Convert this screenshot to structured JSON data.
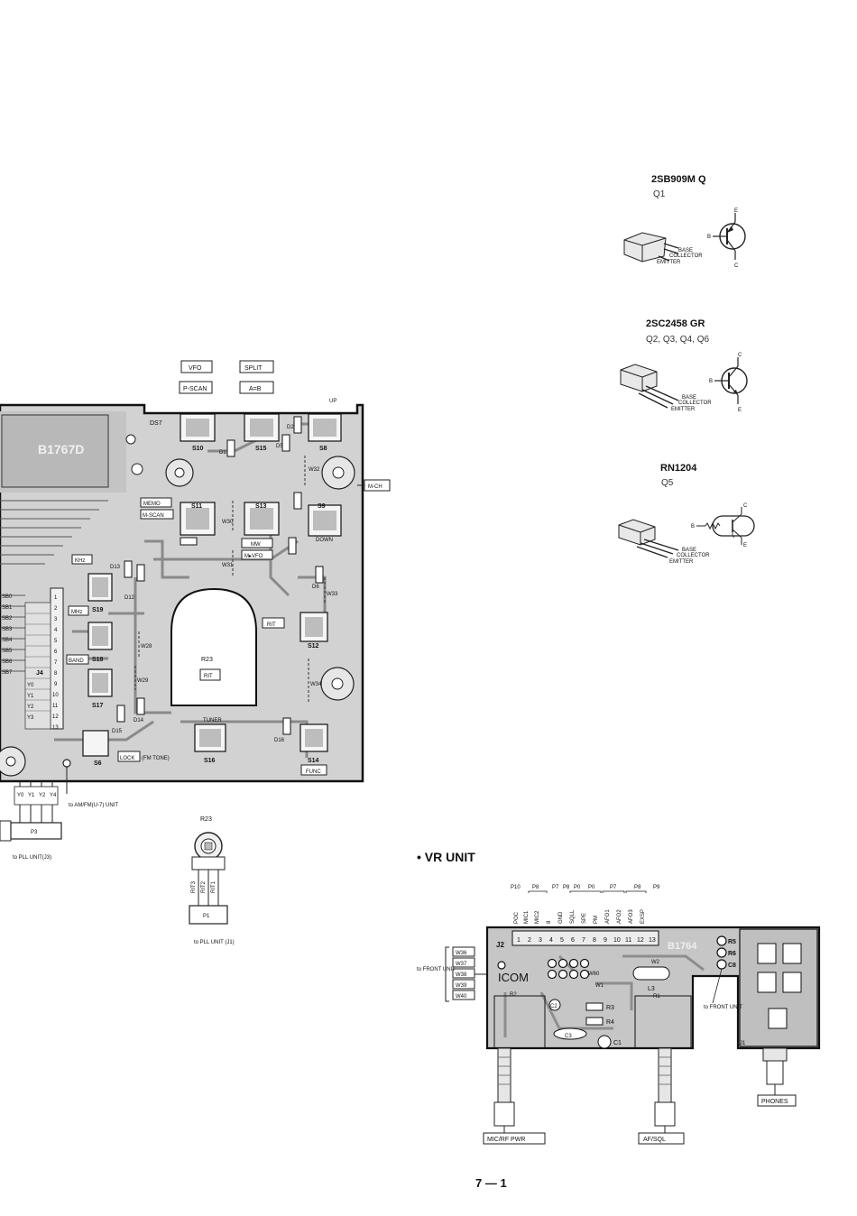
{
  "transistors": [
    {
      "part": "2SB909M  Q",
      "refs": "Q1",
      "pins": [
        "BASE",
        "COLLECTOR",
        "EMITTER"
      ],
      "symbol_pins": [
        "B",
        "E",
        "C"
      ]
    },
    {
      "part": "2SC2458  GR",
      "refs": "Q2, Q3, Q4, Q6",
      "pins": [
        "BASE",
        "COLLECTOR",
        "EMITTER"
      ],
      "symbol_pins": [
        "B",
        "C",
        "E"
      ]
    },
    {
      "part": "RN1204",
      "refs": "Q5",
      "pins": [
        "BASE",
        "COLLECTOR",
        "EMITTER"
      ],
      "symbol_pins": [
        "B",
        "C",
        "E"
      ]
    }
  ],
  "switch_unit": {
    "board_code": "B1767D",
    "top_labels": [
      "VFO",
      "SPLIT",
      "P-SCAN",
      "A=B"
    ],
    "up_label": "UP",
    "down_label": "DOWN",
    "side_label": "M-CH",
    "display_label": "DS7",
    "memo_labels": [
      "MEMO",
      "M-SCAN"
    ],
    "mw_labels": [
      "MW",
      "M▸VFO"
    ],
    "khz_label": "KHz",
    "mhz_label": "MHz",
    "band_label": "BAND",
    "rit_label": "RIT",
    "r23_label": "R23",
    "r23_rit": "RIT",
    "tuner_label": "TUNER",
    "lock_label": "LOCK",
    "fm_tone_label": "(FM TONE)",
    "func_label": "FUNC",
    "switches": [
      "S10",
      "S15",
      "S8",
      "S11",
      "S13",
      "S9",
      "S12",
      "S19",
      "S18",
      "S17",
      "S6",
      "S16",
      "S14"
    ],
    "diodes": [
      "D1",
      "D2",
      "D5",
      "D6",
      "D12",
      "D13",
      "D14",
      "D15",
      "D16"
    ],
    "wires": [
      "W30",
      "W31",
      "W32",
      "W33",
      "W34",
      "W28",
      "W29"
    ],
    "j4_pins": [
      "1",
      "2",
      "3",
      "4",
      "5",
      "6",
      "7",
      "8",
      "9",
      "10",
      "11",
      "12",
      "13"
    ],
    "j4_signals": [
      "SB0",
      "SB1",
      "SB2",
      "SB3",
      "SB4",
      "SB5",
      "SB6",
      "SB7",
      "Y0",
      "Y1",
      "Y2",
      "Y3"
    ],
    "j4_label": "J4",
    "p3_wires": [
      "Y0",
      "Y1",
      "Y2",
      "Y4"
    ],
    "p3_label": "P3",
    "p3_to": "to AM/FM(U-7) UNIT",
    "p3_pll": "to PLL UNIT(J3)",
    "r23_pot": "R23",
    "p1_wires": [
      "RIT3",
      "RIT2",
      "RIT1"
    ],
    "p1_label": "P1",
    "p1_to": "to PLL UNIT (J1)"
  },
  "vr_unit": {
    "title": "• VR UNIT",
    "top_refs": [
      "P10",
      "P8",
      "P7",
      "P8",
      "P0",
      "P0",
      "P7",
      "P8",
      "P9"
    ],
    "pin_signals": [
      "POC",
      "MIC1",
      "MIC2",
      "8",
      "GND",
      "SQLL",
      "SPE",
      "PM",
      "AFO1",
      "AFO2",
      "AFO3",
      "EXSP"
    ],
    "pin_numbers": [
      "1",
      "2",
      "3",
      "4",
      "5",
      "6",
      "7",
      "8",
      "9",
      "10",
      "11",
      "12",
      "13"
    ],
    "j2_label": "J2",
    "board_code": "B1764",
    "brand": "ICOM",
    "front_wires": [
      "W36",
      "W37",
      "W38",
      "W39",
      "W40"
    ],
    "to_front": "to FRONT UNIT",
    "to_front_right": "to FRONT UNIT",
    "parts": [
      "R5",
      "R6",
      "C8",
      "R2",
      "C2",
      "R3",
      "R4",
      "C3",
      "C1",
      "W1",
      "L3",
      "R1",
      "J1",
      "W60",
      "W2"
    ],
    "knob_labels": [
      "MIC/RF PWR",
      "AF/SQL",
      "PHONES"
    ]
  },
  "page_number": "7 — 1"
}
